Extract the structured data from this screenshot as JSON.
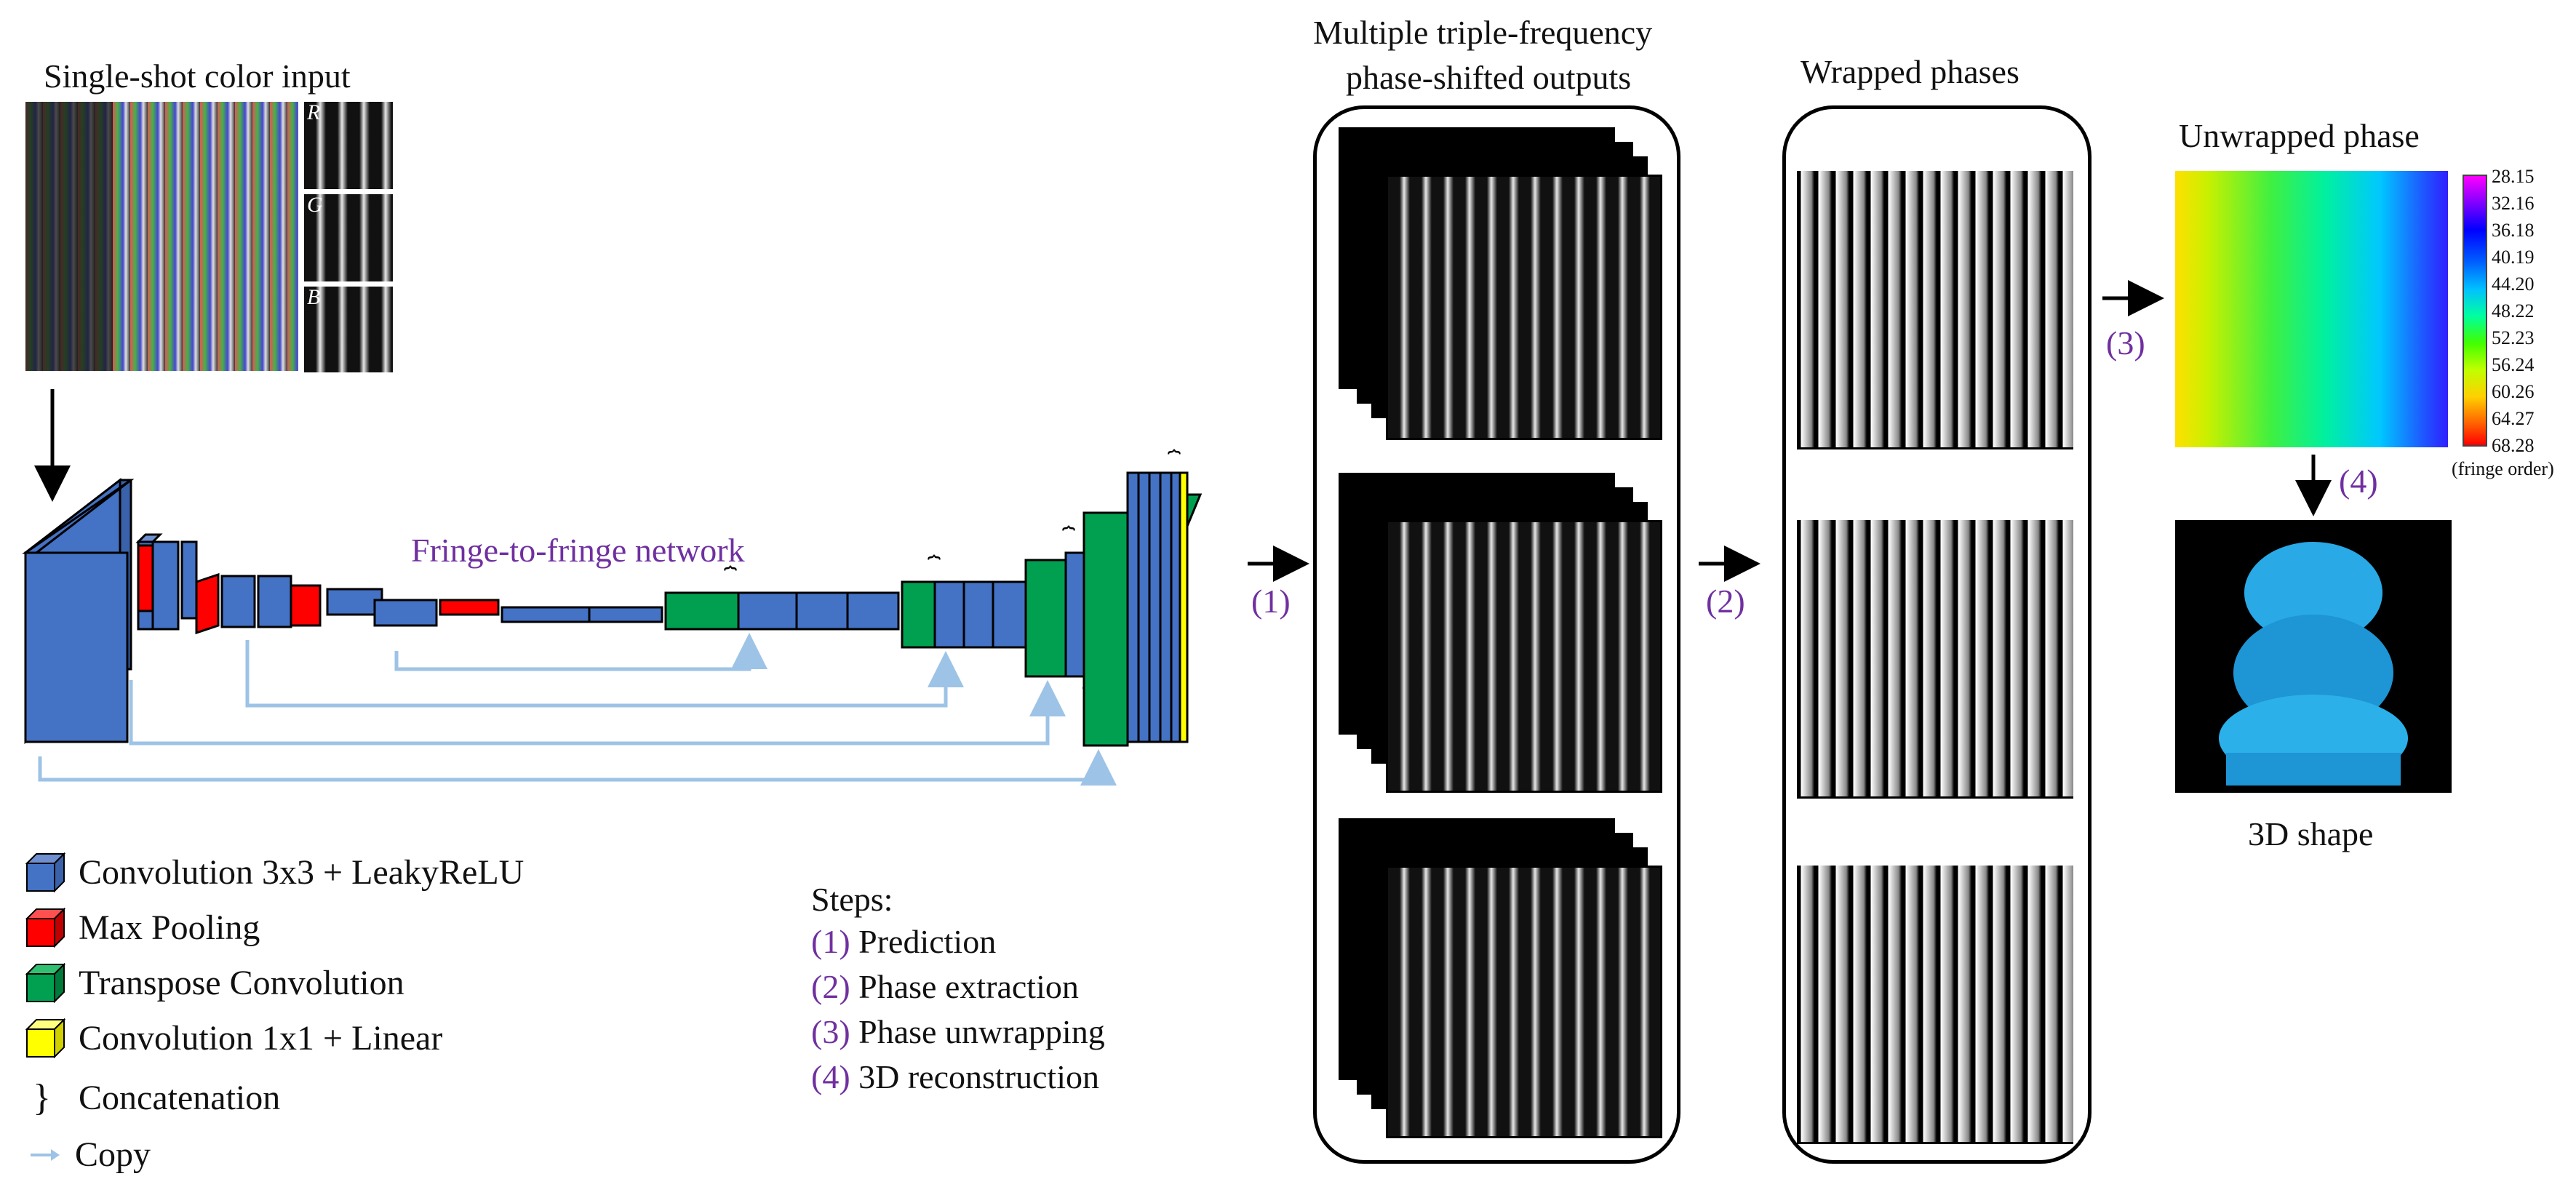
{
  "input": {
    "title": "Single-shot color input",
    "channels": [
      "R",
      "G",
      "B"
    ]
  },
  "network": {
    "label": "Fringe-to-fringe network"
  },
  "outputs": {
    "title_line1": "Multiple triple-frequency",
    "title_line2": "phase-shifted outputs"
  },
  "wrapped": {
    "title": "Wrapped phases"
  },
  "unwrapped": {
    "title": "Unwrapped phase",
    "colorbar_ticks": [
      "28.15",
      "32.16",
      "36.18",
      "40.19",
      "44.20",
      "48.22",
      "52.23",
      "56.24",
      "60.26",
      "64.27",
      "68.28"
    ],
    "colorbar_unit": "(fringe order)"
  },
  "shape": {
    "title": "3D shape"
  },
  "arrows": {
    "a1": "(1)",
    "a2": "(2)",
    "a3": "(3)",
    "a4": "(4)"
  },
  "legend": {
    "conv3": "Convolution 3x3 + LeakyReLU",
    "maxpool": "Max Pooling",
    "transpose": "Transpose Convolution",
    "conv1": "Convolution 1x1 + Linear",
    "concat_symbol": "}",
    "concat": "Concatenation",
    "copy": "Copy"
  },
  "steps": {
    "title": "Steps:",
    "items": [
      {
        "num": "(1)",
        "text": "Prediction"
      },
      {
        "num": "(2)",
        "text": "Phase extraction"
      },
      {
        "num": "(3)",
        "text": "Phase unwrapping"
      },
      {
        "num": "(4)",
        "text": "3D reconstruction"
      }
    ]
  },
  "colors": {
    "conv": "#4472c4",
    "pool": "#ff0000",
    "transpose": "#00a050",
    "conv1x1": "#ffff00",
    "copy_arrow": "#9dc3e6",
    "purple": "#7030a0"
  }
}
